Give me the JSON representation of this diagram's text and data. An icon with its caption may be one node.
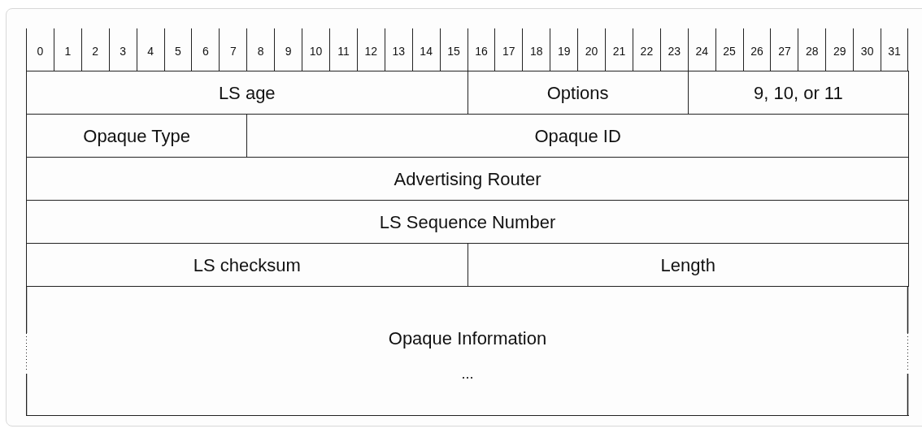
{
  "diagram": {
    "nodes": [
      {
        "text": [
          "LS age"
        ]
      },
      {
        "text": [
          "Options"
        ]
      },
      {
        "text": [
          "9, 10, or 11"
        ]
      },
      {
        "text": [
          "Opaque Type"
        ]
      },
      {
        "text": [
          "Opaque ID"
        ]
      },
      {
        "text": [
          "Advertising Router"
        ]
      },
      {
        "text": [
          "LS Sequence Number"
        ]
      },
      {
        "text": [
          "LS checksum"
        ]
      },
      {
        "text": [
          "Length"
        ]
      },
      {
        "text": [
          "Opaque Information",
          "..."
        ]
      }
    ],
    "labels": [
      "0",
      "1",
      "2",
      "3",
      "4",
      "5",
      "6",
      "7",
      "8",
      "9",
      "10",
      "11",
      "12",
      "13",
      "14",
      "15",
      "16",
      "17",
      "18",
      "19",
      "20",
      "21",
      "22",
      "23",
      "24",
      "25",
      "26",
      "27",
      "28",
      "29",
      "30",
      "31"
    ]
  }
}
